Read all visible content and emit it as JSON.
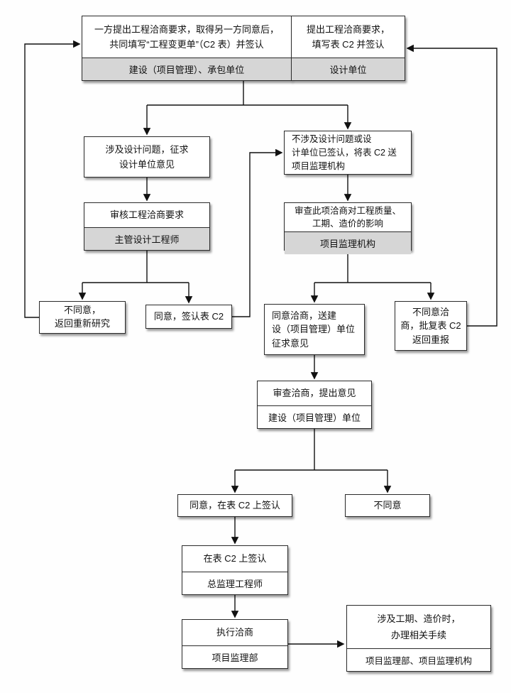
{
  "nodes": {
    "top_left": {
      "text": "一方提出工程洽商要求，取得另一方同意后，\n共同填写“工程变更单”（C2 表）并签认",
      "role": "建设（项目管理）、承包单位"
    },
    "top_right": {
      "text": "提出工程洽商要求，\n填写表 C2 并签认",
      "role": "设计单位"
    },
    "involve_design": {
      "text": "涉及设计问题，征求\n设计单位意见"
    },
    "review_request": {
      "text": "审核工程洽商要求",
      "role": "主管设计工程师"
    },
    "disagree_restudy": {
      "text": "不同意，\n返回重新研究"
    },
    "agree_sign_c2": {
      "text": "同意，签认表 C2"
    },
    "not_involve_design": {
      "text": "不涉及设计问题或设\n计单位已签认，将表 C2 送\n项目监理机构"
    },
    "review_impact": {
      "text": "审查此项洽商对工程质量、\n工期、造价的影响",
      "role": "项目监理机构"
    },
    "agree_negotiation": {
      "text": "同意洽商，送建\n设（项目管理）单位\n征求意见"
    },
    "disagree_negotiation": {
      "text": "不同意洽\n商，批复表 C2\n返回重报"
    },
    "review_opinion": {
      "text": "审查洽商，提出意见",
      "role": "建设（项目管理）单位"
    },
    "agree_sign_table": {
      "text": "同意，在表 C2 上签认"
    },
    "disagree": {
      "text": "不同意"
    },
    "sign_table": {
      "text": "在表 C2 上签认",
      "role": "总监理工程师"
    },
    "execute": {
      "text": "执行洽商",
      "role": "项目监理部"
    },
    "procedures": {
      "text": "涉及工期、造价时，\n办理相关手续",
      "role": "项目监理部、项目监理机构"
    }
  },
  "colors": {
    "role_bar_gray": "#d6d6d6",
    "border": "#2a2a2a",
    "line": "#111111",
    "background": "#fefefe"
  }
}
